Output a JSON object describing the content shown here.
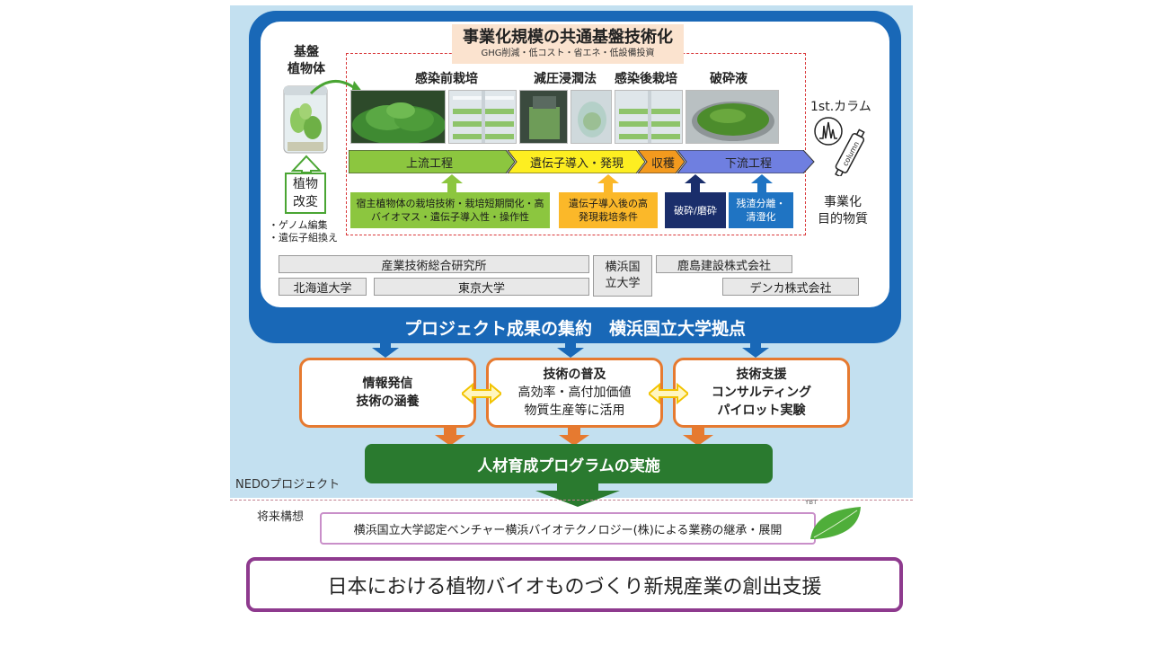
{
  "title": {
    "main": "事業化規模の共通基盤技術化",
    "sub": "GHG削減・低コスト・省エネ・低設備投資"
  },
  "left": {
    "base_plant_line1": "基盤",
    "base_plant_line2": "植物体",
    "modify_line1": "植物",
    "modify_line2": "改変",
    "bullet1": "・ゲノム編集",
    "bullet2": "・遺伝子組換え"
  },
  "stages": {
    "pre": "感染前栽培",
    "vacuum": "減圧浸潤法",
    "post": "感染後栽培",
    "crush": "破砕液"
  },
  "process_bar": {
    "upstream": "上流工程",
    "gene": "遺伝子導入・発現",
    "harvest": "収穫",
    "downstream": "下流工程"
  },
  "tech_boxes": {
    "green": "宿主植物体の栽培技術・栽培短期間化・高バイオマス・遺伝子導入性・操作性",
    "orange": "遺伝子導入後の高発現栽培条件",
    "navy": "破砕/磨砕",
    "blue": "残渣分離・清澄化"
  },
  "right": {
    "column_label": "1st.カラム",
    "column_word": "column",
    "product_line1": "事業化",
    "product_line2": "目的物質"
  },
  "orgs": {
    "aist": "産業技術総合研究所",
    "ynu_line1": "横浜国",
    "ynu_line2": "立大学",
    "kajima": "鹿島建設株式会社",
    "hokkaido": "北海道大学",
    "tokyo": "東京大学",
    "denka": "デンカ株式会社"
  },
  "frame_caption": "プロジェクト成果の集約　横浜国立大学拠点",
  "outcomes": {
    "box1_line1": "情報発信",
    "box1_line2": "技術の涵養",
    "box2_line1": "技術の普及",
    "box2_line2": "高効率・高付加価値",
    "box2_line3": "物質生産等に活用",
    "box3_line1": "技術支援",
    "box3_line2": "コンサルティング",
    "box3_line3": "パイロット実験"
  },
  "training": "人材育成プログラムの実施",
  "nedo_label": "NEDOプロジェクト",
  "future_label": "将来構想",
  "venture": "横浜国立大学認定ベンチャー横浜バイオテクノロジー(株)による業務の継承・展開",
  "logo_text": "YBT",
  "goal": "日本における植物バイオものづくり新規産業の創出支援",
  "colors": {
    "panel_blue": "#c3e0f0",
    "frame_blue": "#1968b7",
    "upstream_green": "#8cc63f",
    "gene_yellow": "#fdee21",
    "harvest_orange": "#f39a1e",
    "downstream_blue": "#6f7fe0",
    "training_green": "#2a7a2f",
    "goal_purple": "#8e3a8e",
    "outcome_orange": "#e67a30"
  }
}
